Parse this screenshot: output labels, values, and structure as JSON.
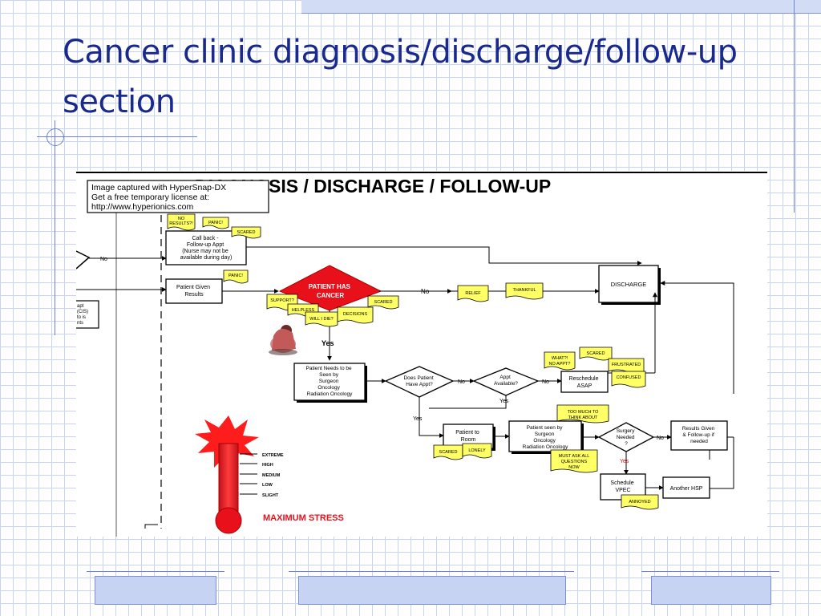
{
  "slide": {
    "title": "Cancer clinic diagnosis/discharge/follow-up section"
  },
  "colors": {
    "title": "#1a2a8c",
    "note_yellow": "#ffff66",
    "red_accent": "#e8101a",
    "grid": "#c9d3ee",
    "deco_bar": "#c3cff0"
  },
  "figure": {
    "heading": "DIAGNOSIS / DISCHARGE / FOLLOW-UP",
    "watermark": {
      "line1": "Image captured with HyperSnap-DX",
      "line2": "Get a free temporary license at:",
      "line3": "http://www.hyperionics.com"
    },
    "boxes": {
      "call_back": "Call back -\nFollow-up Appt\n(Nurse may not be\navailable during day)",
      "patient_given_results": "Patient Given\nResults",
      "discharge": "DISCHARGE",
      "needs_seen": "Patient Needs to be\nSeen by\nSurgeon\nOncology\nRadiation Oncology",
      "reschedule": "Reschedule\nASAP",
      "patient_to_room": "Patient to\nRoom",
      "patient_seen": "Patient seen by\nSurgeon\nOncology\nRadiation Oncology",
      "results_given": "Results Given\n& Follow-up if\nneeded",
      "schedule_vpec": "Schedule\nVPEC",
      "another_hsp": "Another HSP"
    },
    "decisions": {
      "has_appt": "Does Patient\nHave Appt?",
      "appt_available": "Appt\nAvailable?",
      "surgery_needed": "Surgery\nNeeded\n?"
    },
    "patient_has_cancer": "PATIENT HAS\nCANCER",
    "flow_labels": {
      "no": "No",
      "yes": "Yes"
    },
    "notes": {
      "no_results": "NO\nRESULTS?!",
      "panic_top": "PANIC!",
      "scared_top": "SCARED",
      "panic_mid": "PANIC!",
      "support": "SUPPORT?",
      "helpless": "HELPLESS",
      "will_i_die": "WILL I DIE?",
      "decisions": "DECISIONS",
      "scared_cancer": "SCARED",
      "relief": "RELIEF",
      "thankful": "THANKFUL",
      "what_no_appt": "WHAT?!\nNO APPT?",
      "scared_resched": "SCARED",
      "frustrated": "FRUSTRATED",
      "confused": "CONFUSED",
      "too_much": "TOO MUCH TO\nTHINK ABOUT",
      "scared_room": "SCARED",
      "lonely": "LONELY",
      "must_ask": "MUST ASK ALL\nQUESTIONS\nNOW",
      "annoyed": "ANNOYED"
    },
    "thermometer": {
      "levels": [
        "EXTREME",
        "HIGH",
        "MEDIUM",
        "LOW",
        "SLIGHT"
      ],
      "caption": "MAXIMUM STRESS"
    },
    "left_fragment": "...apt\n(CIS)\nto is\nnts"
  }
}
